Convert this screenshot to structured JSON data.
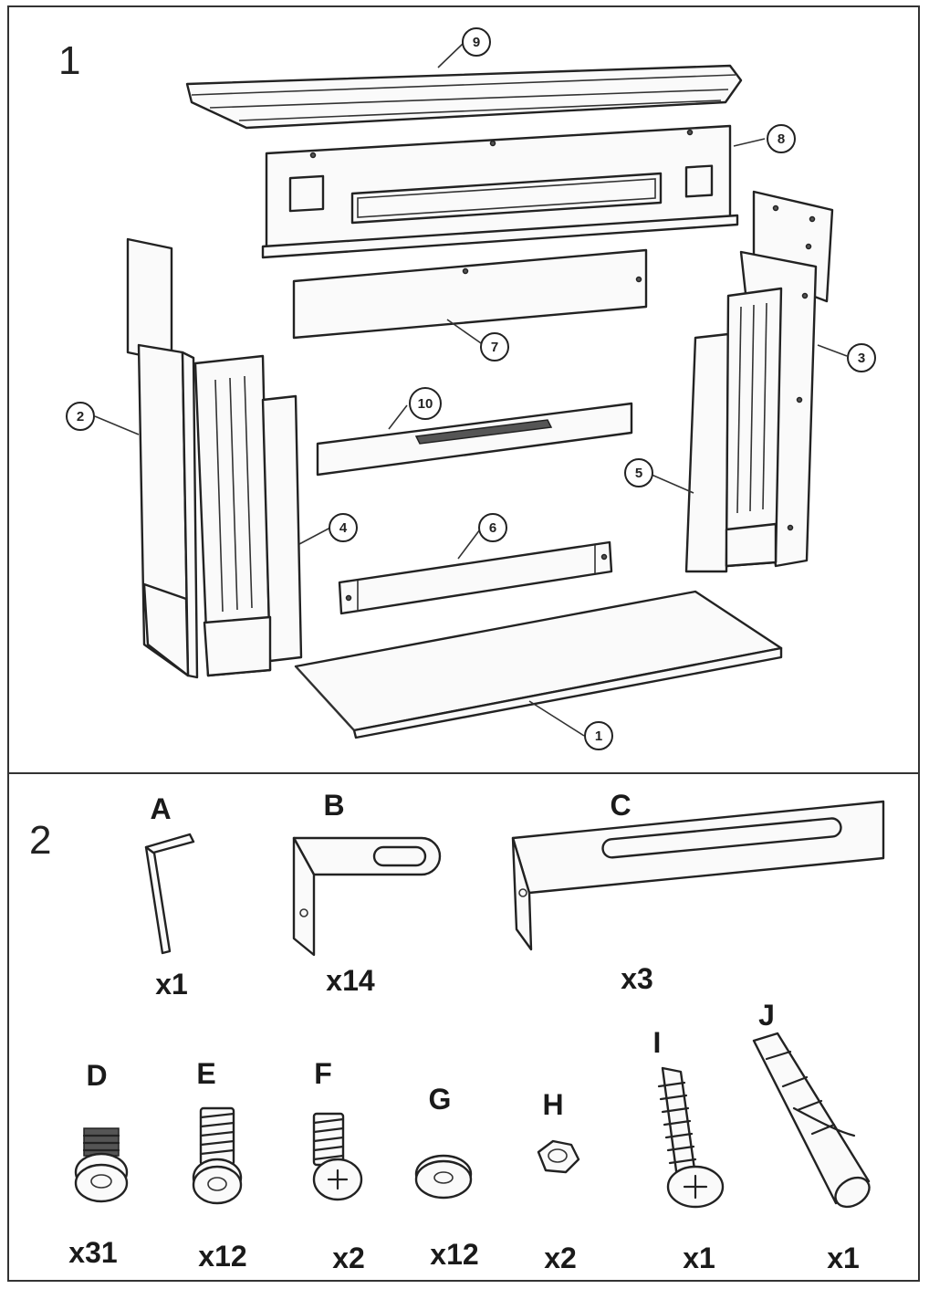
{
  "panels": {
    "assembly_number": "1",
    "hardware_number": "2"
  },
  "callouts": [
    "9",
    "8",
    "7",
    "3",
    "2",
    "10",
    "5",
    "4",
    "6",
    "1"
  ],
  "hardware_labels": {
    "A": "A",
    "B": "B",
    "C": "C",
    "D": "D",
    "E": "E",
    "F": "F",
    "G": "G",
    "H": "H",
    "I": "I",
    "J": "J"
  },
  "quantities": {
    "A": "x1",
    "B": "x14",
    "C": "x3",
    "D": "x31",
    "E": "x12",
    "F": "x2",
    "G": "x12",
    "H": "x2",
    "I": "x1",
    "J": "x1"
  }
}
